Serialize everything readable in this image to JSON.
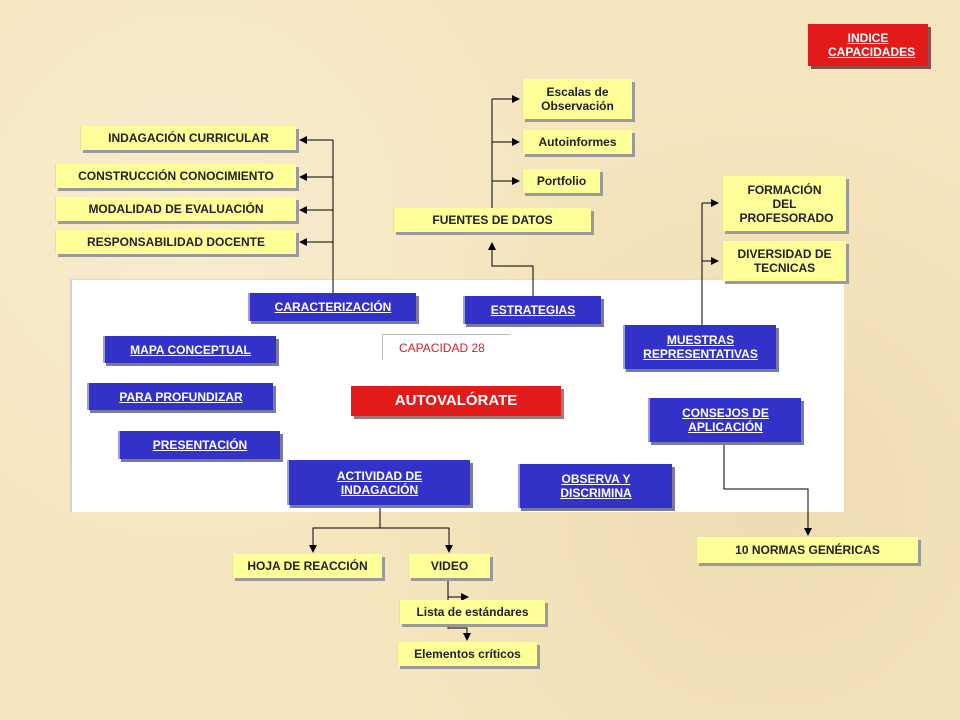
{
  "index_button": "INDICE CAPACIDADES",
  "capacidad_label": "CAPACIDAD 28",
  "autovalorate": "AUTOVALÓRATE",
  "caracterizacion": {
    "label": "CARACTERIZACIÓN",
    "targets": [
      "INDAGACIÓN CURRICULAR",
      "CONSTRUCCIÓN CONOCIMIENTO",
      "MODALIDAD DE EVALUACIÓN",
      "RESPONSABILIDAD DOCENTE"
    ]
  },
  "estrategias": {
    "label": "ESTRATEGIAS",
    "fuentes": "FUENTES DE DATOS",
    "fuentes_items": [
      "Escalas de Observación",
      "Autoinformes",
      "Portfolio"
    ]
  },
  "muestras": {
    "label": "MUESTRAS REPRESENTATIVAS",
    "targets": [
      "FORMACIÓN DEL PROFESORADO",
      "DIVERSIDAD DE TECNICAS"
    ]
  },
  "consejos": {
    "label": "CONSEJOS DE APLICACIÓN",
    "target": "10 NORMAS GENÉRICAS"
  },
  "left_links": [
    "MAPA CONCEPTUAL",
    "PARA PROFUNDIZAR",
    "PRESENTACIÓN"
  ],
  "actividad": {
    "label": "ACTIVIDAD DE INDAGACIÓN",
    "targets": [
      "HOJA DE REACCIÓN",
      "VIDEO"
    ],
    "video_items": [
      "Lista de estándares",
      "Elementos críticos"
    ]
  },
  "observa": "OBSERVA Y DISCRIMINA",
  "colors": {
    "background": "#f5e6bf",
    "yellow_box": "#ffff99",
    "blue_link": "#3232c8",
    "red_box": "#e11a1a",
    "capacidad_text": "#d4202a"
  }
}
